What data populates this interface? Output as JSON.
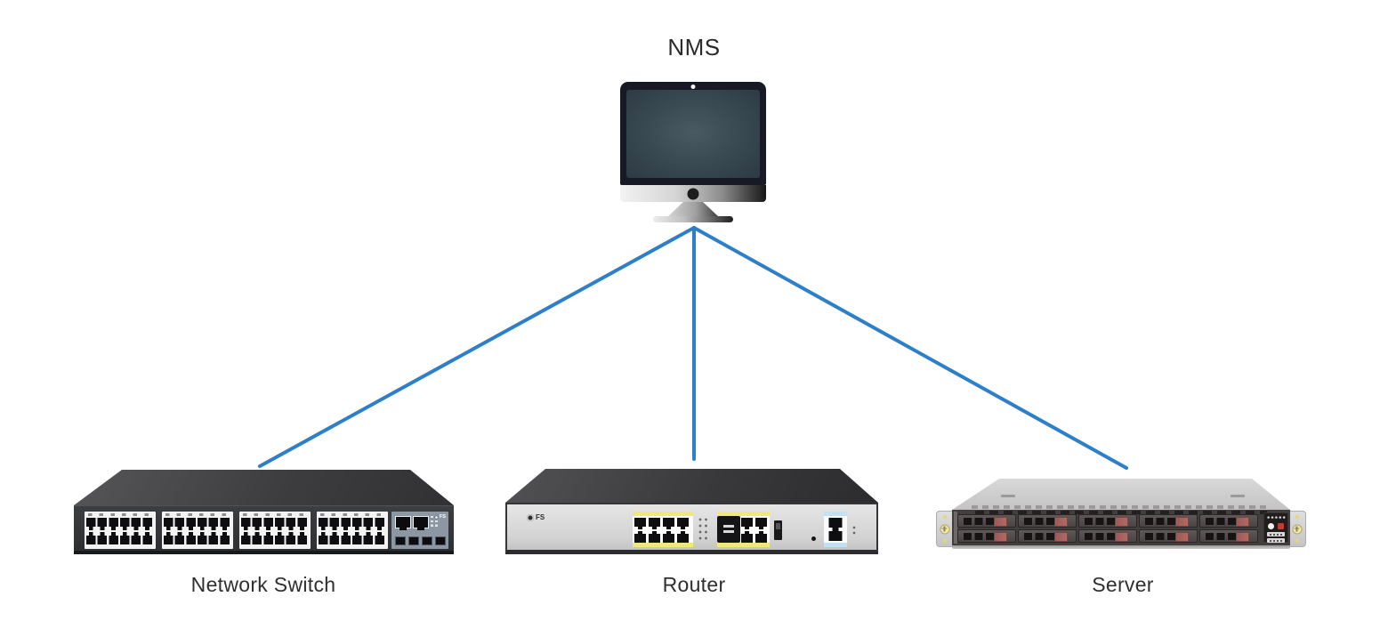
{
  "diagram": {
    "title": "NMS",
    "brand": "FS",
    "nodes": [
      {
        "id": "nms",
        "label": "NMS",
        "type": "monitor"
      },
      {
        "id": "switch",
        "label": "Network Switch",
        "type": "48-port-switch"
      },
      {
        "id": "router",
        "label": "Router",
        "type": "router"
      },
      {
        "id": "server",
        "label": "Server",
        "type": "1u-rack-server"
      }
    ],
    "edges": [
      {
        "from": "NMS",
        "to": "Network Switch"
      },
      {
        "from": "NMS",
        "to": "Router"
      },
      {
        "from": "NMS",
        "to": "Server"
      }
    ],
    "colors": {
      "connection": "#2e7fca",
      "label_text": "#2f2f2f",
      "background": "#ffffff",
      "router_port_accent": "#f1e87c",
      "router_wan_accent": "#c2e1f2",
      "server_drive_latch": "#a85f5c"
    }
  }
}
